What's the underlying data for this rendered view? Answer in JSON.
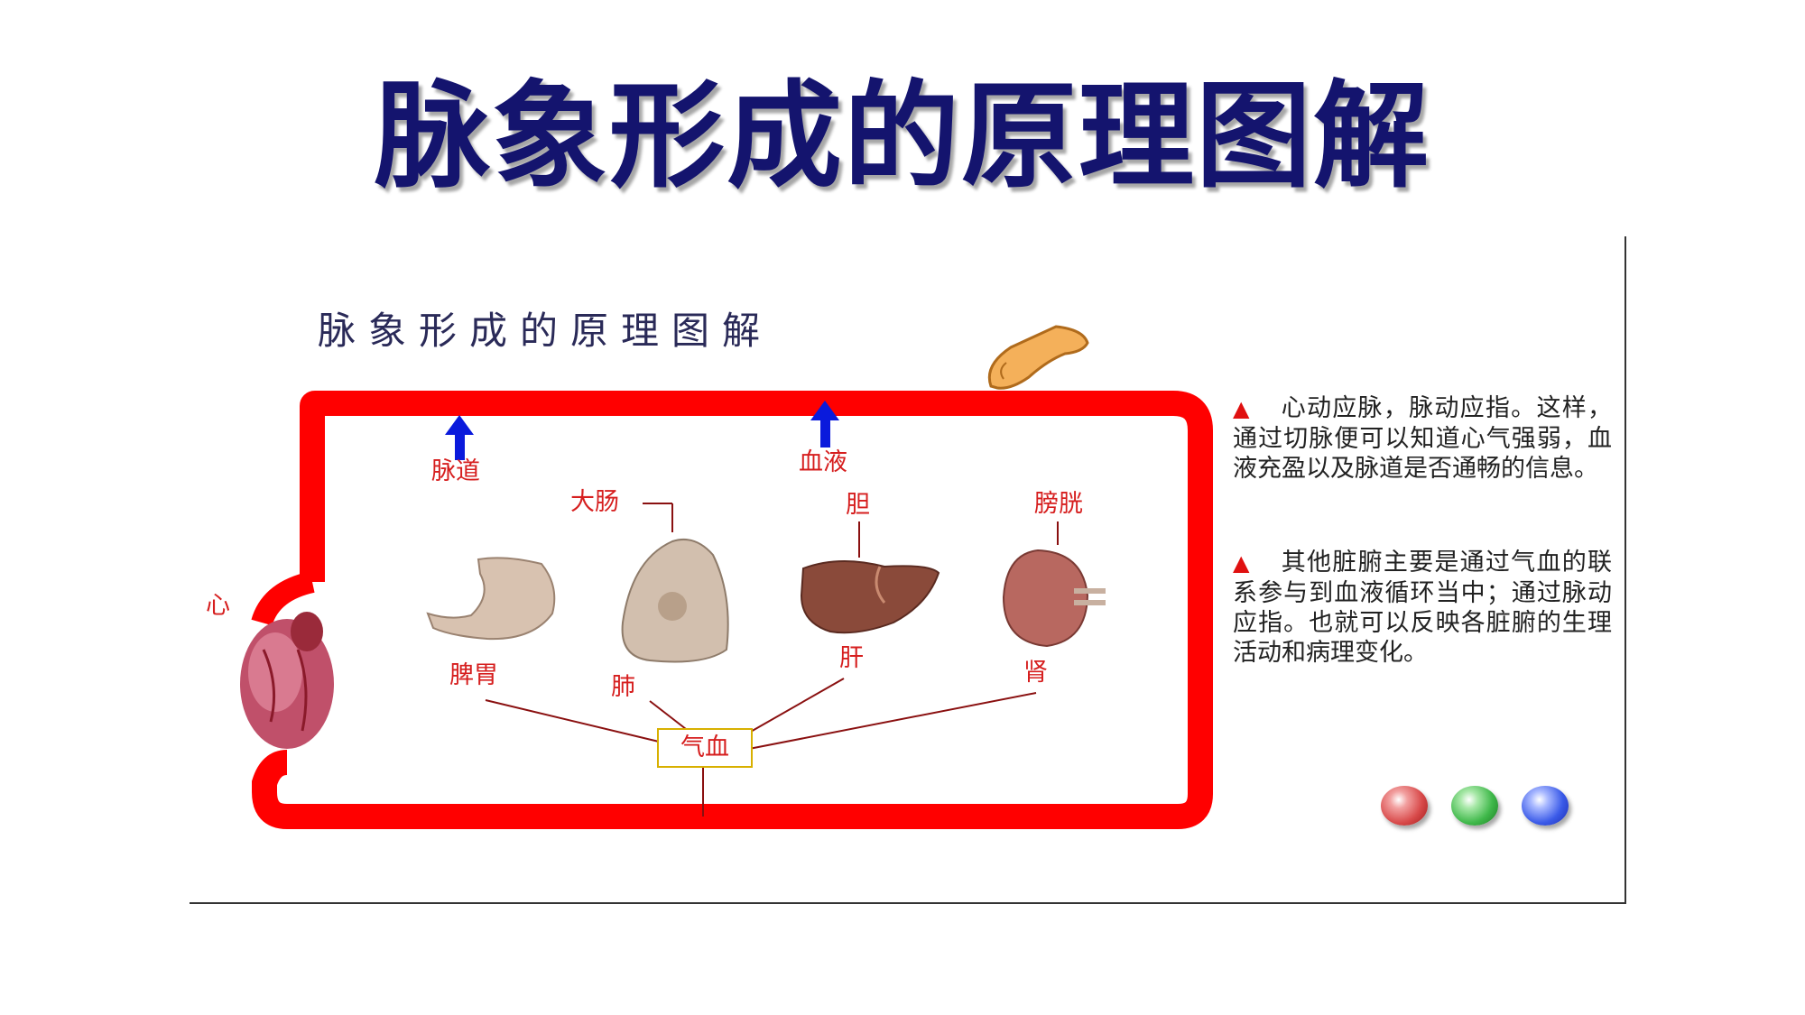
{
  "title": "脉象形成的原理图解",
  "subtitle": "脉象形成的原理图解",
  "labels": {
    "heart": "心",
    "channel": "脉道",
    "blood_fluid": "血液",
    "large_intestine": "大肠",
    "gallbladder": "胆",
    "bladder": "膀胱",
    "spleen_stomach": "脾胃",
    "lung": "肺",
    "liver": "肝",
    "kidney": "肾",
    "qi_blood": "气血"
  },
  "notes": [
    {
      "marker": "▲",
      "text": "心动应脉，脉动应指。这样，通过切脉便可以知道心气强弱，血液充盈以及脉道是否通畅的信息。"
    },
    {
      "marker": "▲",
      "text": "其他脏腑主要是通过气血的联系参与到血液循环当中；通过脉动应指。也就可以反映各脏腑的生理活动和病理变化。"
    }
  ],
  "colors": {
    "title": "#14146e",
    "vessel": "#ff0000",
    "arrow": "#0a1adc",
    "label": "#d61e1e",
    "ball_red": "#e25a5a",
    "ball_green": "#3fb84a",
    "ball_blue": "#3a5ae8"
  },
  "icons": [
    "finger-icon",
    "heart-icon",
    "stomach-icon",
    "lung-icon",
    "liver-icon",
    "kidney-icon"
  ]
}
